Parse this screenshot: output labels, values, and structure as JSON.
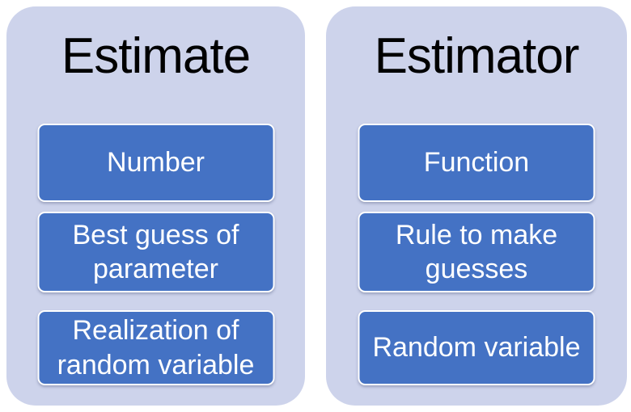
{
  "colors": {
    "page_bg": "#ffffff",
    "panel_bg": "#cdd3eb",
    "box_bg": "#4472c4",
    "box_border": "#ffffff",
    "title_color": "#000000",
    "box_text": "#ffffff"
  },
  "panels": [
    {
      "title": "Estimate",
      "items": [
        "Number",
        "Best guess of\nparameter",
        "Realization of\nrandom variable"
      ]
    },
    {
      "title": "Estimator",
      "items": [
        "Function",
        "Rule to make\nguesses",
        "Random variable"
      ]
    }
  ]
}
